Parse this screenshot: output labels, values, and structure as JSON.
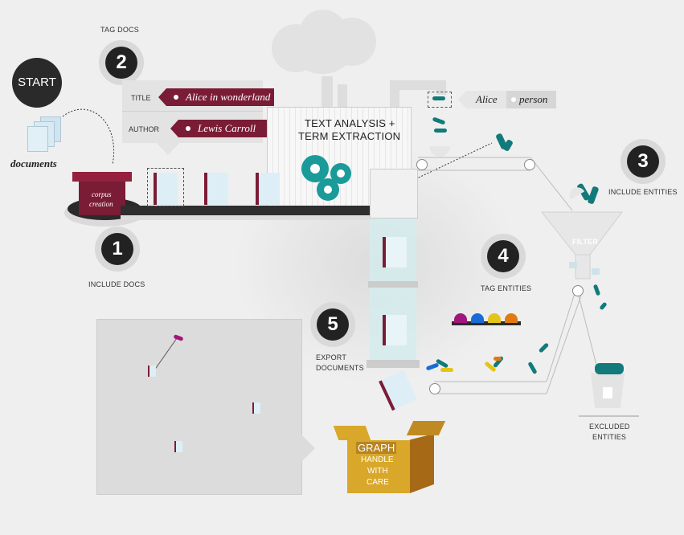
{
  "start": "START",
  "documents": "documents",
  "box": {
    "line1": "corpus",
    "line2": "creation"
  },
  "steps": [
    {
      "number": "1",
      "label": "INCLUDE DOCS"
    },
    {
      "number": "2",
      "label": "TAG DOCS"
    },
    {
      "number": "3",
      "label": "INCLUDE ENTITIES"
    },
    {
      "number": "4",
      "label": "TAG ENTITIES"
    },
    {
      "number": "5",
      "label_line1": "EXPORT",
      "label_line2": "DOCUMENTS"
    }
  ],
  "tags": {
    "title_key": "TITLE",
    "title_value": "Alice in wonderland",
    "author_key": "AUTHOR",
    "author_value": "Lewis Carroll"
  },
  "machine": {
    "line1": "TEXT ANALYSIS +",
    "line2": "TERM EXTRACTION"
  },
  "entity": {
    "name": "Alice",
    "type": "person"
  },
  "filter": "FILTER",
  "excluded": {
    "line1": "EXCLUDED",
    "line2": "ENTITIES"
  },
  "graph_box": {
    "title": "GRAPH",
    "line1": "HANDLE",
    "line2": "WITH",
    "line3": "CARE"
  },
  "colors": {
    "maroon": "#7a1c35",
    "teal": "#127a7a",
    "dark": "#222222",
    "gold": "#d9a82a",
    "bulb_colors": [
      "#a0167a",
      "#1a6bd6",
      "#e5c419",
      "#e07b12"
    ]
  }
}
